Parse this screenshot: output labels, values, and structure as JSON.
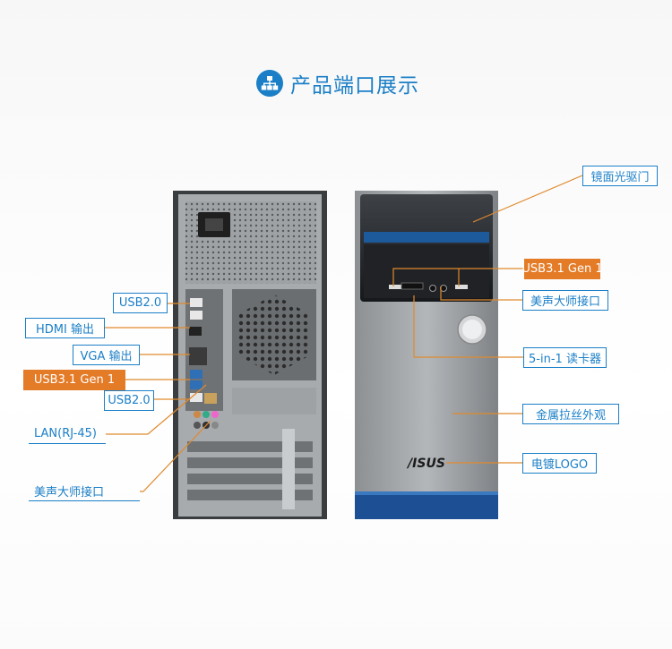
{
  "title": {
    "text": "产品端口展示",
    "icon": "network-icon",
    "color": "#1b7fc7"
  },
  "accent": {
    "blue": "#1b7fc7",
    "orange": "#e47b27"
  },
  "rear_labels": {
    "usb20_top": "USB2.0",
    "hdmi": "HDMI 输出",
    "vga": "VGA 输出",
    "usb31": "USB3.1 Gen 1",
    "usb20_bottom": "USB2.0",
    "lan": "LAN(RJ-45)",
    "audio": "美声大师接口"
  },
  "front_labels": {
    "optical": "镜面光驱门",
    "usb31": "USB3.1 Gen 1",
    "audio": "美声大师接口",
    "card_reader": "5-in-1 读卡器",
    "finish": "金属拉丝外观",
    "logo": "电镀LOGO"
  },
  "logo_text": "/ISUS"
}
